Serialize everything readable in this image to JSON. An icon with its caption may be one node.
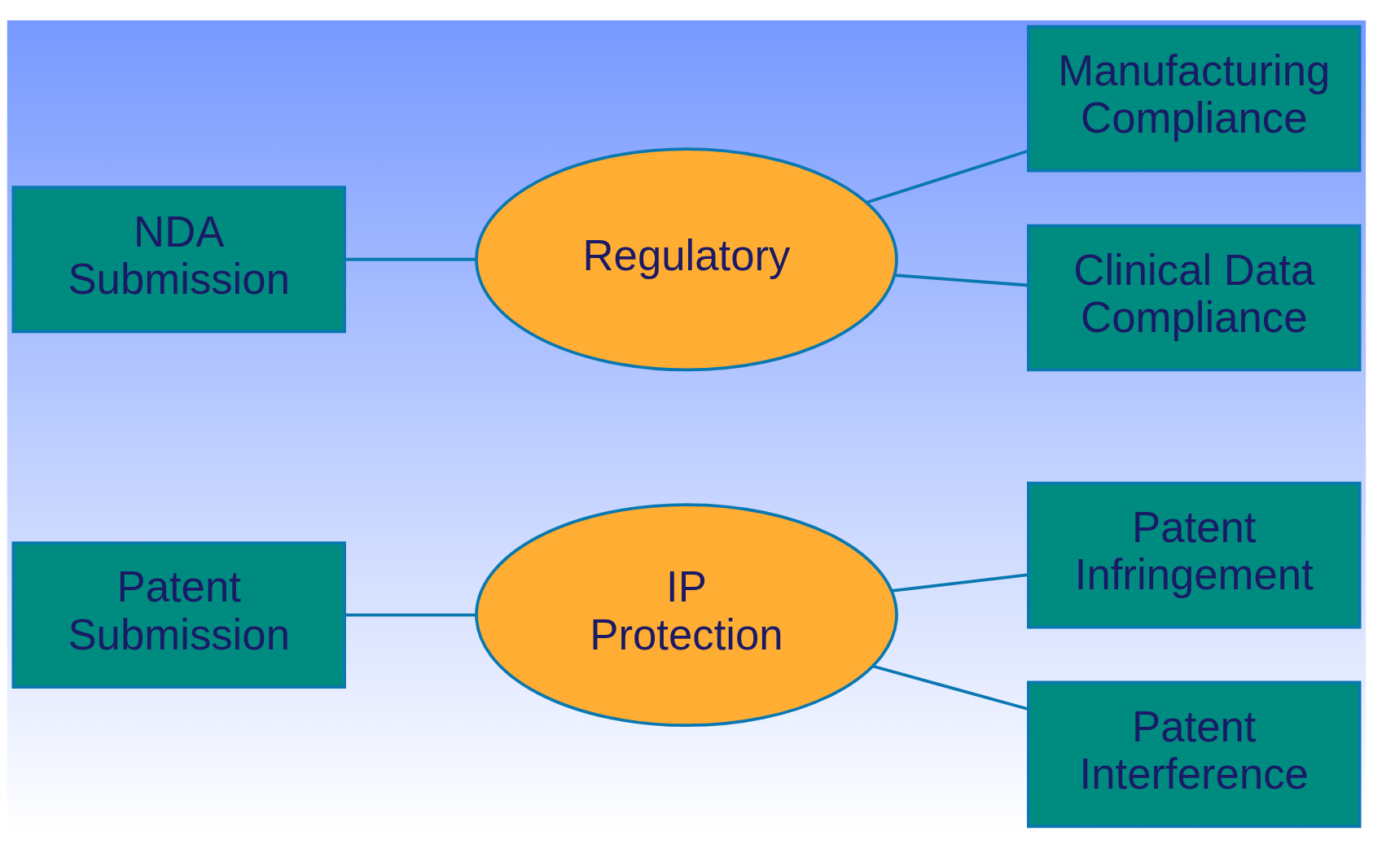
{
  "diagram": {
    "nodes": [
      {
        "text": [
          "Patent Submission"
        ]
      },
      {
        "text": [
          "IP Protection"
        ]
      },
      {
        "text": [
          "Patent Infringement"
        ]
      },
      {
        "text": [
          "Patent Interference"
        ]
      },
      {
        "text": [
          "NDA Submission"
        ]
      },
      {
        "text": [
          "Regulatory"
        ]
      },
      {
        "text": [
          "Manufacturing Compliance"
        ]
      },
      {
        "text": [
          "Clinical Data Compliance"
        ]
      }
    ],
    "edges": [
      {
        "from": 0,
        "to": 1,
        "arrow": "none"
      },
      {
        "from": 1,
        "to": 2,
        "arrow": "none"
      },
      {
        "from": 1,
        "to": 3,
        "arrow": "none"
      },
      {
        "from": 4,
        "to": 5,
        "arrow": "none"
      },
      {
        "from": 5,
        "to": 6,
        "arrow": "none"
      },
      {
        "from": 5,
        "to": 7,
        "arrow": "none"
      }
    ]
  }
}
